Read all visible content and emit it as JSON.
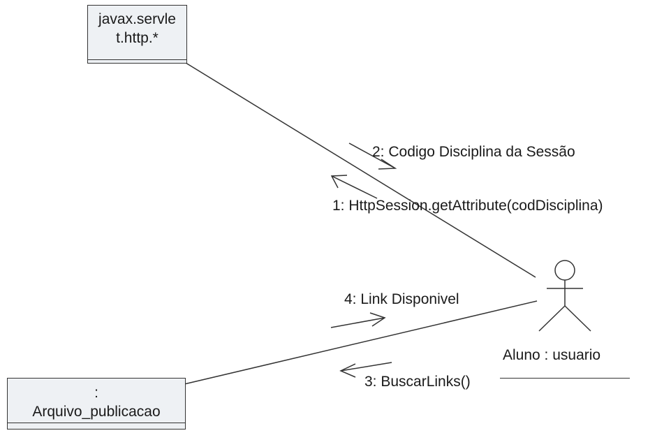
{
  "objects": [
    {
      "lines": [
        "javax.servle",
        "t.http.*"
      ]
    },
    {
      "lines": [
        ":",
        "Arquivo_publicacao"
      ]
    }
  ],
  "actor": {
    "label": "Aluno : usuario"
  },
  "messages": {
    "m1": "1: HttpSession.getAttribute(codDisciplina)",
    "m2": "2: Codigo Disciplina da Sessão",
    "m3": "3: BuscarLinks()",
    "m4": "4: Link Disponivel"
  }
}
